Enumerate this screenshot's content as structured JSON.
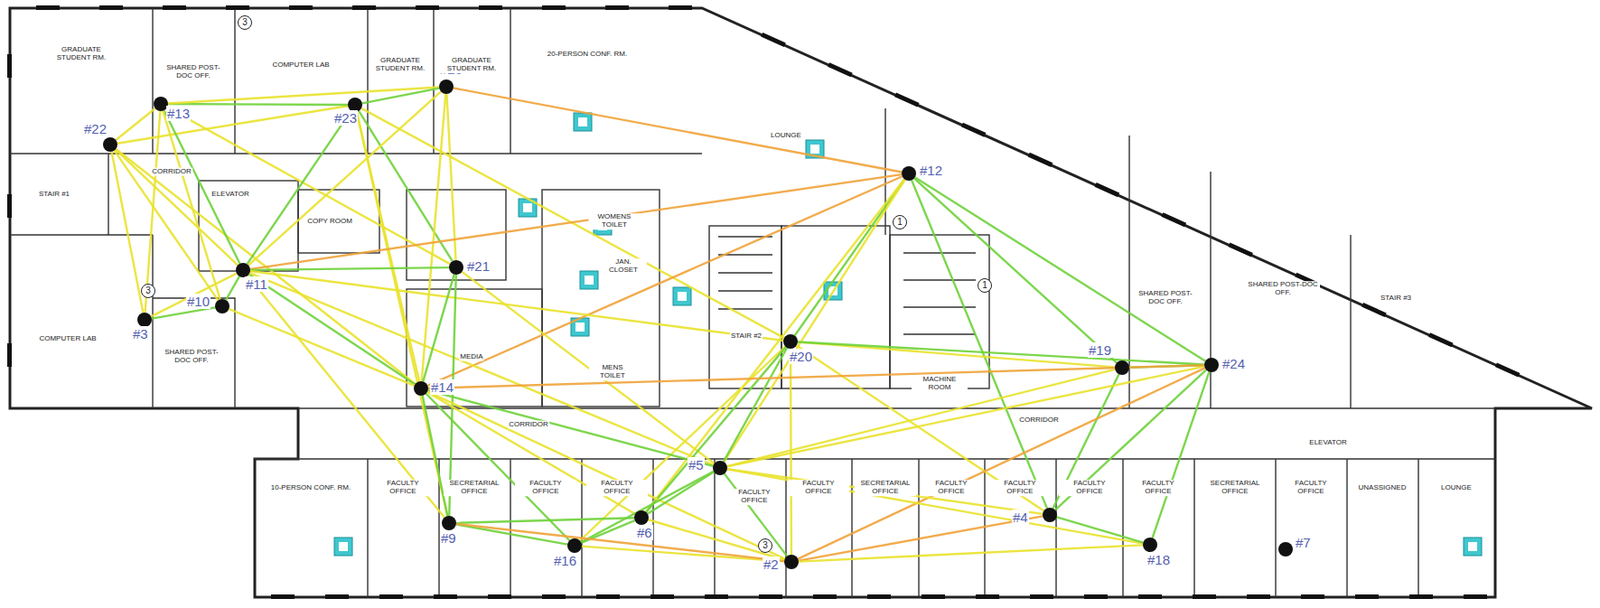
{
  "diagram": {
    "nodes": [
      {
        "text": [
          "#22"
        ]
      },
      {
        "text": [
          "#13"
        ]
      },
      {
        "text": [
          "#23"
        ]
      },
      {
        "text": [
          "#25"
        ]
      },
      {
        "text": [
          "#12"
        ]
      },
      {
        "text": [
          "#11"
        ]
      },
      {
        "text": [
          "#21"
        ]
      },
      {
        "text": [
          "#10"
        ]
      },
      {
        "text": [
          "#3"
        ]
      },
      {
        "text": [
          "#20"
        ]
      },
      {
        "text": [
          "#19"
        ]
      },
      {
        "text": [
          "#24"
        ]
      },
      {
        "text": [
          "#14"
        ]
      },
      {
        "text": [
          "#5"
        ]
      },
      {
        "text": [
          "#6"
        ]
      },
      {
        "text": [
          "#4"
        ]
      },
      {
        "text": [
          "#9"
        ]
      },
      {
        "text": [
          "#16"
        ]
      },
      {
        "text": [
          "#18"
        ]
      },
      {
        "text": [
          "#2"
        ]
      },
      {
        "text": [
          "#7"
        ]
      }
    ],
    "edges": [
      {
        "from": 0,
        "to": 1,
        "arrow": "none"
      },
      {
        "from": 0,
        "to": 2,
        "arrow": "none"
      },
      {
        "from": 0,
        "to": 5,
        "arrow": "none"
      },
      {
        "from": 0,
        "to": 8,
        "arrow": "none"
      },
      {
        "from": 0,
        "to": 7,
        "arrow": "none"
      },
      {
        "from": 0,
        "to": 12,
        "arrow": "none"
      },
      {
        "from": 1,
        "to": 2,
        "arrow": "none"
      },
      {
        "from": 1,
        "to": 3,
        "arrow": "none"
      },
      {
        "from": 1,
        "to": 5,
        "arrow": "none"
      },
      {
        "from": 1,
        "to": 8,
        "arrow": "none"
      },
      {
        "from": 1,
        "to": 7,
        "arrow": "none"
      },
      {
        "from": 1,
        "to": 6,
        "arrow": "none"
      },
      {
        "from": 2,
        "to": 3,
        "arrow": "none"
      },
      {
        "from": 2,
        "to": 5,
        "arrow": "none"
      },
      {
        "from": 2,
        "to": 6,
        "arrow": "none"
      },
      {
        "from": 2,
        "to": 12,
        "arrow": "none"
      },
      {
        "from": 2,
        "to": 9,
        "arrow": "none"
      },
      {
        "from": 2,
        "to": 16,
        "arrow": "none"
      },
      {
        "from": 3,
        "to": 5,
        "arrow": "none"
      },
      {
        "from": 3,
        "to": 6,
        "arrow": "none"
      },
      {
        "from": 3,
        "to": 4,
        "arrow": "none"
      },
      {
        "from": 3,
        "to": 12,
        "arrow": "none"
      },
      {
        "from": 4,
        "to": 9,
        "arrow": "none"
      },
      {
        "from": 4,
        "to": 10,
        "arrow": "none"
      },
      {
        "from": 4,
        "to": 11,
        "arrow": "none"
      },
      {
        "from": 4,
        "to": 13,
        "arrow": "none"
      },
      {
        "from": 4,
        "to": 15,
        "arrow": "none"
      },
      {
        "from": 4,
        "to": 14,
        "arrow": "none"
      },
      {
        "from": 4,
        "to": 12,
        "arrow": "none"
      },
      {
        "from": 4,
        "to": 5,
        "arrow": "none"
      },
      {
        "from": 5,
        "to": 6,
        "arrow": "none"
      },
      {
        "from": 5,
        "to": 12,
        "arrow": "none"
      },
      {
        "from": 5,
        "to": 8,
        "arrow": "none"
      },
      {
        "from": 5,
        "to": 13,
        "arrow": "none"
      },
      {
        "from": 5,
        "to": 16,
        "arrow": "none"
      },
      {
        "from": 5,
        "to": 9,
        "arrow": "none"
      },
      {
        "from": 5,
        "to": 7,
        "arrow": "none"
      },
      {
        "from": 6,
        "to": 12,
        "arrow": "none"
      },
      {
        "from": 6,
        "to": 13,
        "arrow": "none"
      },
      {
        "from": 6,
        "to": 16,
        "arrow": "none"
      },
      {
        "from": 7,
        "to": 8,
        "arrow": "none"
      },
      {
        "from": 7,
        "to": 12,
        "arrow": "none"
      },
      {
        "from": 9,
        "to": 10,
        "arrow": "none"
      },
      {
        "from": 9,
        "to": 11,
        "arrow": "none"
      },
      {
        "from": 9,
        "to": 13,
        "arrow": "none"
      },
      {
        "from": 9,
        "to": 15,
        "arrow": "none"
      },
      {
        "from": 9,
        "to": 19,
        "arrow": "none"
      },
      {
        "from": 9,
        "to": 17,
        "arrow": "none"
      },
      {
        "from": 9,
        "to": 14,
        "arrow": "none"
      },
      {
        "from": 10,
        "to": 11,
        "arrow": "none"
      },
      {
        "from": 10,
        "to": 15,
        "arrow": "none"
      },
      {
        "from": 10,
        "to": 13,
        "arrow": "none"
      },
      {
        "from": 11,
        "to": 13,
        "arrow": "none"
      },
      {
        "from": 11,
        "to": 15,
        "arrow": "none"
      },
      {
        "from": 11,
        "to": 18,
        "arrow": "none"
      },
      {
        "from": 11,
        "to": 19,
        "arrow": "none"
      },
      {
        "from": 11,
        "to": 12,
        "arrow": "none"
      },
      {
        "from": 12,
        "to": 13,
        "arrow": "none"
      },
      {
        "from": 12,
        "to": 16,
        "arrow": "none"
      },
      {
        "from": 12,
        "to": 17,
        "arrow": "none"
      },
      {
        "from": 12,
        "to": 14,
        "arrow": "none"
      },
      {
        "from": 12,
        "to": 19,
        "arrow": "none"
      },
      {
        "from": 13,
        "to": 14,
        "arrow": "none"
      },
      {
        "from": 13,
        "to": 17,
        "arrow": "none"
      },
      {
        "from": 13,
        "to": 19,
        "arrow": "none"
      },
      {
        "from": 13,
        "to": 15,
        "arrow": "none"
      },
      {
        "from": 13,
        "to": 18,
        "arrow": "none"
      },
      {
        "from": 14,
        "to": 16,
        "arrow": "none"
      },
      {
        "from": 14,
        "to": 17,
        "arrow": "none"
      },
      {
        "from": 14,
        "to": 19,
        "arrow": "none"
      },
      {
        "from": 15,
        "to": 18,
        "arrow": "none"
      },
      {
        "from": 15,
        "to": 19,
        "arrow": "none"
      },
      {
        "from": 16,
        "to": 17,
        "arrow": "none"
      },
      {
        "from": 17,
        "to": 19,
        "arrow": "none"
      },
      {
        "from": 19,
        "to": 18,
        "arrow": "none"
      },
      {
        "from": 16,
        "to": 19,
        "arrow": "none"
      }
    ],
    "labels": [
      "GRADUATE STUDENT RM.",
      "SHARED POST-DOC OFF.",
      "COMPUTER LAB",
      "GRADUATE STUDENT RM.",
      "GRADUATE STUDENT RM.",
      "20-PERSON CONF. RM.",
      "STAIR #1",
      "CORRIDOR",
      "ELEVATOR",
      "COPY ROOM",
      "COMPUTER LAB",
      "SHARED POST-DOC OFF.",
      "MEDIA",
      "WOMENS TOILET",
      "JAN. CLOSET",
      "MENS TOILET",
      "LOUNGE",
      "STAIR #2",
      "MACHINE ROOM",
      "CORRIDOR",
      "CORRIDOR",
      "SHARED POST-DOC OFF.",
      "SHARED POST-DOC OFF.",
      "STAIR #3",
      "ELEVATOR",
      "10-PERSON CONF. RM.",
      "FACULTY OFFICE",
      "SECRETARIAL OFFICE",
      "FACULTY OFFICE",
      "FACULTY OFFICE",
      "FACULTY OFFICE",
      "FACULTY OFFICE",
      "SECRETARIAL OFFICE",
      "FACULTY OFFICE",
      "FACULTY OFFICE",
      "FACULTY OFFICE",
      "FACULTY OFFICE",
      "SECRETARIAL OFFICE",
      "FACULTY OFFICE",
      "UNASSIGNED",
      "LOUNGE",
      "3",
      "3",
      "1",
      "1",
      "3"
    ]
  }
}
